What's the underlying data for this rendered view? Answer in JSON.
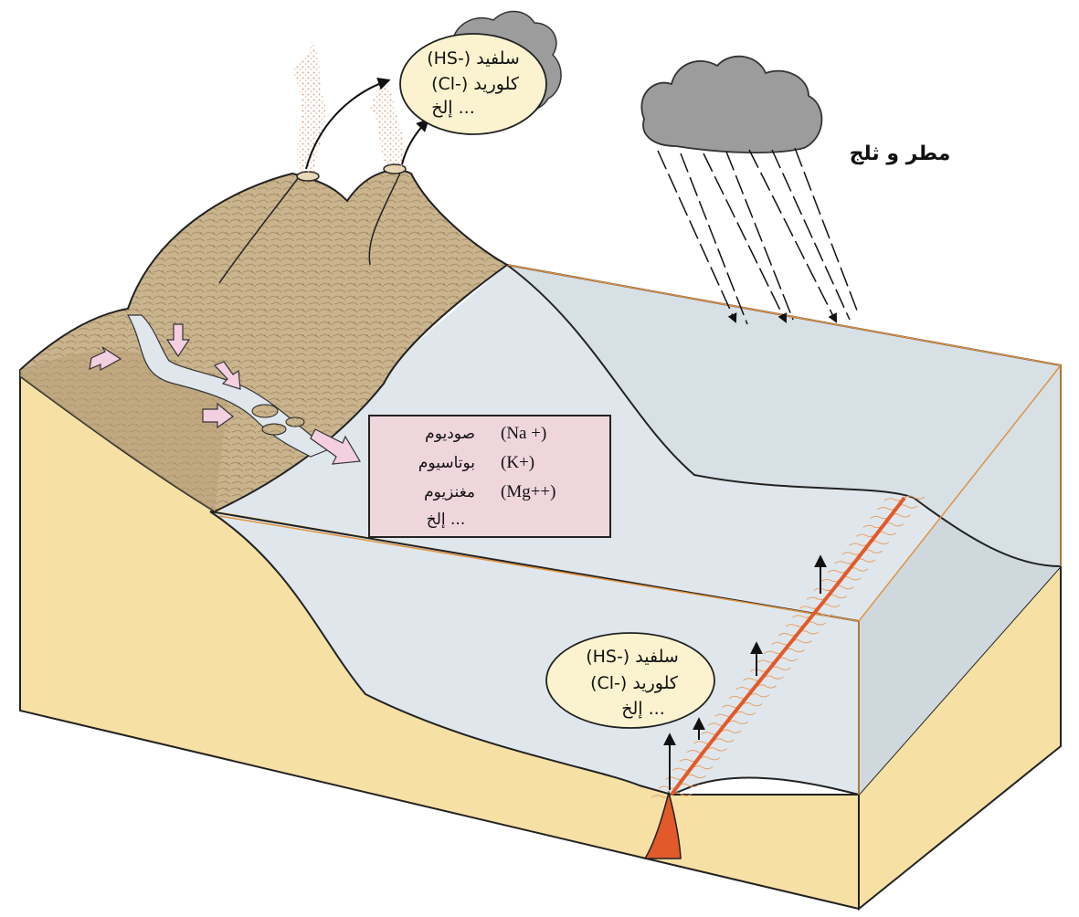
{
  "colors": {
    "sediment": "#f6e0a4",
    "water_top": "#dfe7ec",
    "water_side": "#cfd9dd",
    "land": "#c9b48e",
    "land_dark": "#a88f66",
    "magma": "#e2592a",
    "ridge_line": "#e8773a",
    "pink_arrow": "#f3cfe0",
    "ion_box": "#efd6dd",
    "bubble": "#fbf3cf",
    "cloud": "#9c9c9c",
    "box_edge": "#e0913f"
  },
  "volcano_bubble": {
    "line1": "(HS-) سلفيد",
    "line2": "(Cl-) كلوريد",
    "line3": "إلخ ..."
  },
  "rain_label": "مطر و ثلج",
  "ion_box": {
    "rows": [
      {
        "ar": "صوديوم",
        "sym": "(Na +)"
      },
      {
        "ar": "بوتاسيوم",
        "sym": "(K+)"
      },
      {
        "ar": "مغنزيوم",
        "sym": "(Mg++)"
      }
    ],
    "etc": "إلخ ..."
  },
  "vent_bubble": {
    "line1": "(HS-) سلفيد",
    "line2": "(Cl-) كلوريد",
    "line3": "إلخ ..."
  },
  "icons": [
    "cloud-icon",
    "rain-icon",
    "volcano-icon",
    "arrow-icon",
    "ridge-icon"
  ]
}
